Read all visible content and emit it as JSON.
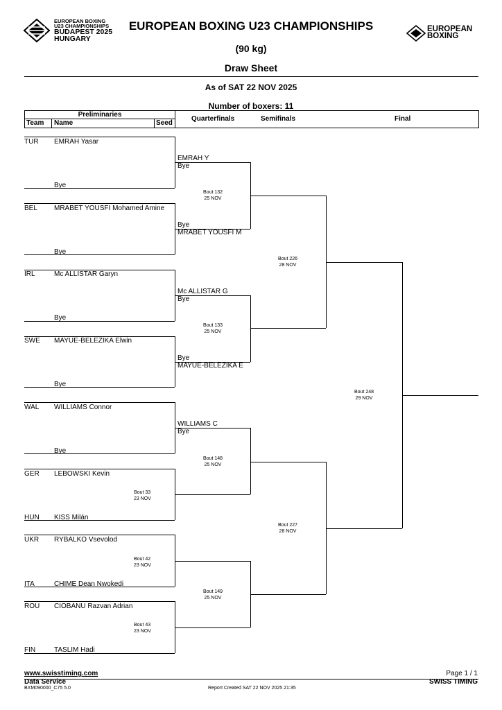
{
  "header": {
    "logo_left_lines": [
      "EUROPEAN BOXING",
      "U23 CHAMPIONSHIPS",
      "BUDAPEST 2025",
      "HUNGARY"
    ],
    "title": "EUROPEAN BOXING U23 CHAMPIONSHIPS",
    "weight": "(90 kg)",
    "sheet": "Draw Sheet",
    "as_of": "As of SAT 22 NOV 2025",
    "num_boxers": "Number of boxers: 11",
    "logo_right_lines": [
      "EUROPEAN",
      "BOXING"
    ]
  },
  "columns": {
    "preliminaries": "Preliminaries",
    "team": "Team",
    "name": "Name",
    "seed": "Seed",
    "quarterfinals": "Quarterfinals",
    "semifinals": "Semifinals",
    "final": "Final"
  },
  "entries": [
    {
      "team": "TUR",
      "name": "EMRAH Yasar"
    },
    {
      "team": "",
      "name": "Bye"
    },
    {
      "team": "BEL",
      "name": "MRABET YOUSFI Mohamed Amine"
    },
    {
      "team": "",
      "name": "Bye"
    },
    {
      "team": "IRL",
      "name": "Mc ALLISTAR Garyn"
    },
    {
      "team": "",
      "name": "Bye"
    },
    {
      "team": "SWE",
      "name": "MAYUE-BELEZIKA Elwin"
    },
    {
      "team": "",
      "name": "Bye"
    },
    {
      "team": "WAL",
      "name": "WILLIAMS Connor"
    },
    {
      "team": "",
      "name": "Bye"
    },
    {
      "team": "GER",
      "name": "LEBOWSKI Kevin"
    },
    {
      "team": "HUN",
      "name": "KISS Milán"
    },
    {
      "team": "UKR",
      "name": "RYBALKO Vsevolod"
    },
    {
      "team": "ITA",
      "name": "CHIME Dean Nwokedi"
    },
    {
      "team": "ROU",
      "name": "CIOBANU Razvan Adrian"
    },
    {
      "team": "FIN",
      "name": "TASLIM Hadi"
    }
  ],
  "preliminary_bouts": [
    {
      "bout": "Bout  33",
      "date": "23 NOV"
    },
    {
      "bout": "Bout  42",
      "date": "23 NOV"
    },
    {
      "bout": "Bout  43",
      "date": "23 NOV"
    }
  ],
  "quarterfinal_slots": [
    {
      "top": "EMRAH Y",
      "bottom": "Bye"
    },
    {
      "top": "Bye",
      "bottom": "MRABET YOUSFI M"
    },
    {
      "top": "Mc ALLISTAR G",
      "bottom": "Bye"
    },
    {
      "top": "Bye",
      "bottom": "MAYUE-BELEZIKA E"
    },
    {
      "top": "WILLIAMS C",
      "bottom": "Bye"
    }
  ],
  "quarterfinal_bouts": [
    {
      "bout": "Bout  132",
      "date": "25 NOV"
    },
    {
      "bout": "Bout  133",
      "date": "25 NOV"
    },
    {
      "bout": "Bout  148",
      "date": "25 NOV"
    },
    {
      "bout": "Bout  149",
      "date": "25 NOV"
    }
  ],
  "semifinal_bouts": [
    {
      "bout": "Bout  226",
      "date": "28 NOV"
    },
    {
      "bout": "Bout  227",
      "date": "28 NOV"
    }
  ],
  "final_bout": {
    "bout": "Bout  248",
    "date": "29 NOV"
  },
  "footer": {
    "website": "www.swisstiming.com",
    "page": "Page 1 / 1",
    "service": "Data Service",
    "brand": "SWISS TIMING",
    "code": "BXM090000_C75 5.0",
    "report": "Report Created  SAT 22 NOV 2025 21:35"
  }
}
